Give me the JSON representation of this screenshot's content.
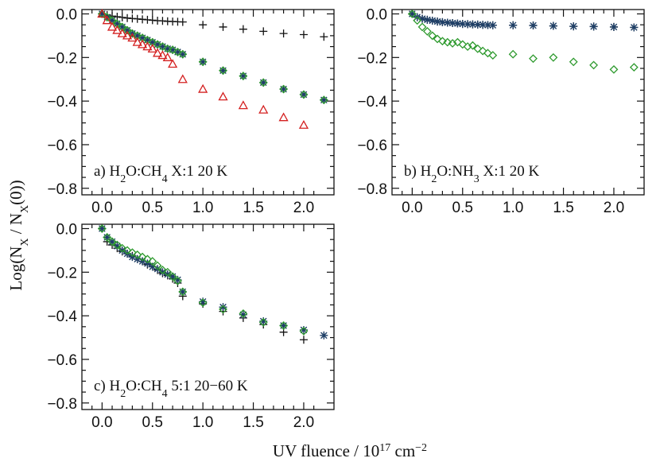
{
  "figure": {
    "ylabel_parts": [
      "Log(N",
      "X",
      " / N",
      "X",
      "(0))"
    ],
    "xlabel_parts": [
      "UV fluence / 10",
      "17",
      " cm",
      "−2"
    ]
  },
  "styles": {
    "plus_color": "#111111",
    "star_color": "#1f3f66",
    "diamond_color": "#2e9a2e",
    "triangle_color": "#d42020"
  },
  "chart_data": [
    {
      "type": "scatter",
      "panel": "a",
      "label_parts": [
        "a) H",
        "2",
        "O:CH",
        "4",
        " X:1 20 K"
      ],
      "xlim": [
        -0.2,
        2.3
      ],
      "ylim": [
        -0.83,
        0.02
      ],
      "xticks": [
        "0.0",
        "0.5",
        "1.0",
        "1.5",
        "2.0"
      ],
      "yticks": [
        "0.0",
        "−0.2",
        "−0.4",
        "−0.6",
        "−0.8"
      ],
      "series": [
        {
          "marker": "plus",
          "color": "plus",
          "x": [
            0.0,
            0.05,
            0.1,
            0.15,
            0.2,
            0.25,
            0.3,
            0.35,
            0.4,
            0.45,
            0.5,
            0.55,
            0.6,
            0.65,
            0.7,
            0.75,
            0.8,
            1.0,
            1.2,
            1.4,
            1.6,
            1.8,
            2.0,
            2.2
          ],
          "y": [
            0.0,
            -0.005,
            -0.01,
            -0.013,
            -0.016,
            -0.019,
            -0.021,
            -0.023,
            -0.025,
            -0.027,
            -0.029,
            -0.031,
            -0.032,
            -0.034,
            -0.035,
            -0.036,
            -0.037,
            -0.05,
            -0.06,
            -0.07,
            -0.08,
            -0.09,
            -0.095,
            -0.105
          ]
        },
        {
          "marker": "star",
          "color": "star",
          "x": [
            0.0,
            0.05,
            0.1,
            0.15,
            0.2,
            0.25,
            0.3,
            0.35,
            0.4,
            0.45,
            0.5,
            0.55,
            0.6,
            0.65,
            0.7,
            0.75,
            0.8,
            1.0,
            1.2,
            1.4,
            1.6,
            1.8,
            2.0,
            2.2
          ],
          "y": [
            0.0,
            -0.015,
            -0.03,
            -0.045,
            -0.06,
            -0.075,
            -0.09,
            -0.1,
            -0.11,
            -0.12,
            -0.13,
            -0.14,
            -0.15,
            -0.16,
            -0.165,
            -0.175,
            -0.185,
            -0.22,
            -0.26,
            -0.285,
            -0.315,
            -0.345,
            -0.37,
            -0.395
          ]
        },
        {
          "marker": "diamond",
          "color": "diamond",
          "x": [
            0.0,
            0.05,
            0.1,
            0.15,
            0.2,
            0.25,
            0.3,
            0.35,
            0.4,
            0.45,
            0.5,
            0.55,
            0.6,
            0.65,
            0.7,
            0.75,
            0.8,
            1.0,
            1.2,
            1.4,
            1.6,
            1.8,
            2.0,
            2.2
          ],
          "y": [
            0.0,
            -0.015,
            -0.03,
            -0.045,
            -0.06,
            -0.075,
            -0.09,
            -0.1,
            -0.11,
            -0.12,
            -0.13,
            -0.14,
            -0.15,
            -0.16,
            -0.165,
            -0.175,
            -0.185,
            -0.22,
            -0.26,
            -0.285,
            -0.315,
            -0.345,
            -0.37,
            -0.395
          ]
        },
        {
          "marker": "triangle",
          "color": "triangle",
          "x": [
            0.0,
            0.05,
            0.1,
            0.15,
            0.2,
            0.25,
            0.3,
            0.35,
            0.4,
            0.45,
            0.5,
            0.55,
            0.6,
            0.65,
            0.7,
            0.8,
            1.0,
            1.2,
            1.4,
            1.6,
            1.8,
            2.0
          ],
          "y": [
            0.0,
            -0.03,
            -0.06,
            -0.075,
            -0.09,
            -0.1,
            -0.11,
            -0.13,
            -0.14,
            -0.15,
            -0.16,
            -0.18,
            -0.19,
            -0.2,
            -0.23,
            -0.3,
            -0.345,
            -0.38,
            -0.42,
            -0.44,
            -0.475,
            -0.51
          ]
        }
      ]
    },
    {
      "type": "scatter",
      "panel": "b",
      "label_parts": [
        "b) H",
        "2",
        "O:NH",
        "3",
        " X:1 20 K"
      ],
      "xlim": [
        -0.2,
        2.3
      ],
      "ylim": [
        -0.83,
        0.02
      ],
      "xticks": [
        "0.0",
        "0.5",
        "1.0",
        "1.5",
        "2.0"
      ],
      "yticks": [
        "0.0",
        "−0.2",
        "−0.4",
        "−0.6",
        "−0.8"
      ],
      "series": [
        {
          "marker": "plus",
          "color": "plus",
          "x": [
            0.0,
            0.05,
            0.1,
            0.15,
            0.2,
            0.25,
            0.3,
            0.35,
            0.4,
            0.45,
            0.5,
            0.55,
            0.6,
            0.65,
            0.7,
            0.75,
            0.8,
            1.0,
            1.2,
            1.4,
            1.6,
            1.8,
            2.0,
            2.2
          ],
          "y": [
            0.0,
            -0.015,
            -0.022,
            -0.027,
            -0.031,
            -0.035,
            -0.038,
            -0.04,
            -0.042,
            -0.044,
            -0.046,
            -0.047,
            -0.048,
            -0.049,
            -0.05,
            -0.051,
            -0.052,
            -0.052,
            -0.053,
            -0.055,
            -0.057,
            -0.058,
            -0.06,
            -0.062
          ]
        },
        {
          "marker": "star",
          "color": "star",
          "x": [
            0.0,
            0.05,
            0.1,
            0.15,
            0.2,
            0.25,
            0.3,
            0.35,
            0.4,
            0.45,
            0.5,
            0.55,
            0.6,
            0.65,
            0.7,
            0.75,
            0.8,
            1.0,
            1.2,
            1.4,
            1.6,
            1.8,
            2.0,
            2.2
          ],
          "y": [
            0.0,
            -0.015,
            -0.022,
            -0.027,
            -0.031,
            -0.035,
            -0.038,
            -0.04,
            -0.042,
            -0.044,
            -0.046,
            -0.047,
            -0.048,
            -0.049,
            -0.05,
            -0.051,
            -0.052,
            -0.052,
            -0.053,
            -0.055,
            -0.057,
            -0.058,
            -0.06,
            -0.062
          ]
        },
        {
          "marker": "diamond",
          "color": "diamond",
          "x": [
            0.0,
            0.05,
            0.1,
            0.15,
            0.2,
            0.25,
            0.3,
            0.35,
            0.4,
            0.45,
            0.5,
            0.55,
            0.6,
            0.65,
            0.7,
            0.75,
            0.8,
            1.0,
            1.2,
            1.4,
            1.6,
            1.8,
            2.0,
            2.2
          ],
          "y": [
            0.0,
            -0.03,
            -0.06,
            -0.08,
            -0.1,
            -0.115,
            -0.125,
            -0.13,
            -0.135,
            -0.13,
            -0.14,
            -0.15,
            -0.145,
            -0.16,
            -0.17,
            -0.18,
            -0.19,
            -0.185,
            -0.205,
            -0.2,
            -0.22,
            -0.235,
            -0.255,
            -0.245
          ]
        }
      ]
    },
    {
      "type": "scatter",
      "panel": "c",
      "label_parts": [
        "c) H",
        "2",
        "O:CH",
        "4",
        " 5:1 20−60 K"
      ],
      "xlim": [
        -0.2,
        2.3
      ],
      "ylim": [
        -0.83,
        0.02
      ],
      "xticks": [
        "0.0",
        "0.5",
        "1.0",
        "1.5",
        "2.0"
      ],
      "yticks": [
        "0.0",
        "−0.2",
        "−0.4",
        "−0.6",
        "−0.8"
      ],
      "series": [
        {
          "marker": "plus",
          "color": "plus",
          "x": [
            0.0,
            0.05,
            0.1,
            0.15,
            0.2,
            0.25,
            0.3,
            0.35,
            0.4,
            0.45,
            0.5,
            0.55,
            0.6,
            0.65,
            0.7,
            0.75,
            0.8,
            1.0,
            1.2,
            1.4,
            1.6,
            1.8,
            2.0
          ],
          "y": [
            0.0,
            -0.06,
            -0.075,
            -0.09,
            -0.105,
            -0.115,
            -0.125,
            -0.14,
            -0.15,
            -0.165,
            -0.175,
            -0.19,
            -0.205,
            -0.215,
            -0.23,
            -0.25,
            -0.31,
            -0.345,
            -0.38,
            -0.41,
            -0.44,
            -0.475,
            -0.51
          ]
        },
        {
          "marker": "star",
          "color": "star",
          "x": [
            0.0,
            0.05,
            0.1,
            0.15,
            0.2,
            0.25,
            0.3,
            0.35,
            0.4,
            0.45,
            0.5,
            0.55,
            0.6,
            0.65,
            0.7,
            0.75,
            0.8,
            1.0,
            1.2,
            1.4,
            1.6,
            1.8,
            2.0,
            2.2
          ],
          "y": [
            0.0,
            -0.04,
            -0.06,
            -0.08,
            -0.1,
            -0.115,
            -0.13,
            -0.14,
            -0.15,
            -0.16,
            -0.175,
            -0.185,
            -0.2,
            -0.21,
            -0.22,
            -0.235,
            -0.29,
            -0.335,
            -0.36,
            -0.395,
            -0.425,
            -0.445,
            -0.465,
            -0.49
          ]
        },
        {
          "marker": "diamond",
          "color": "diamond",
          "x": [
            0.0,
            0.05,
            0.1,
            0.15,
            0.2,
            0.25,
            0.3,
            0.35,
            0.4,
            0.45,
            0.5,
            0.55,
            0.6,
            0.65,
            0.7,
            0.75,
            0.8,
            1.0,
            1.2,
            1.4,
            1.6,
            1.8,
            2.0
          ],
          "y": [
            0.0,
            -0.04,
            -0.06,
            -0.075,
            -0.09,
            -0.1,
            -0.11,
            -0.12,
            -0.13,
            -0.14,
            -0.15,
            -0.17,
            -0.19,
            -0.2,
            -0.22,
            -0.24,
            -0.29,
            -0.34,
            -0.37,
            -0.39,
            -0.43,
            -0.445,
            -0.47
          ]
        }
      ]
    }
  ]
}
